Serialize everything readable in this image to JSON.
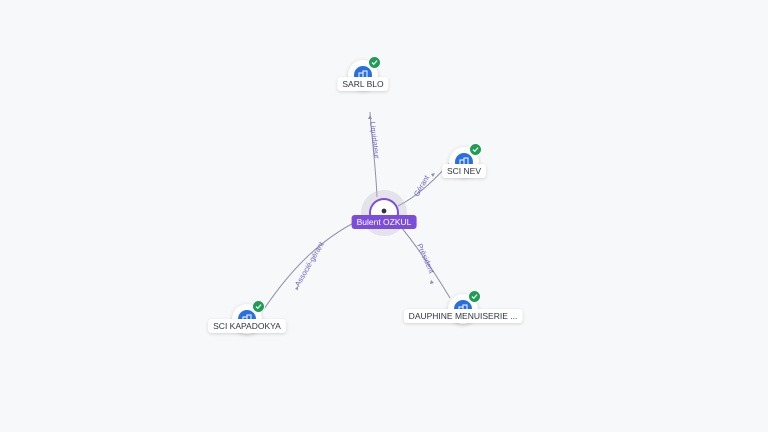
{
  "center": {
    "name": "Bulent OZKUL",
    "icon": "person-icon"
  },
  "companies": [
    {
      "id": "sarl-blo",
      "name": "SARL BLO",
      "icon": "building-icon",
      "verified": true
    },
    {
      "id": "sci-nev",
      "name": "SCI NEV",
      "icon": "building-icon",
      "verified": true
    },
    {
      "id": "dauphine",
      "name": "DAUPHINE MENUISERIE ...",
      "icon": "building-icon",
      "verified": true
    },
    {
      "id": "sci-kapadokya",
      "name": "SCI KAPADOKYA",
      "icon": "building-icon",
      "verified": true
    }
  ],
  "relations": [
    {
      "to": "sarl-blo",
      "label": "Liquidateur"
    },
    {
      "to": "sci-nev",
      "label": "Gérant"
    },
    {
      "to": "dauphine",
      "label": "Président"
    },
    {
      "to": "sci-kapadokya",
      "label": "Associé-gérant"
    }
  ],
  "colors": {
    "accent": "#7c4ddb",
    "company_icon": "#2a6fe0",
    "verified": "#1f9d55",
    "edge": "#8e90a6"
  }
}
